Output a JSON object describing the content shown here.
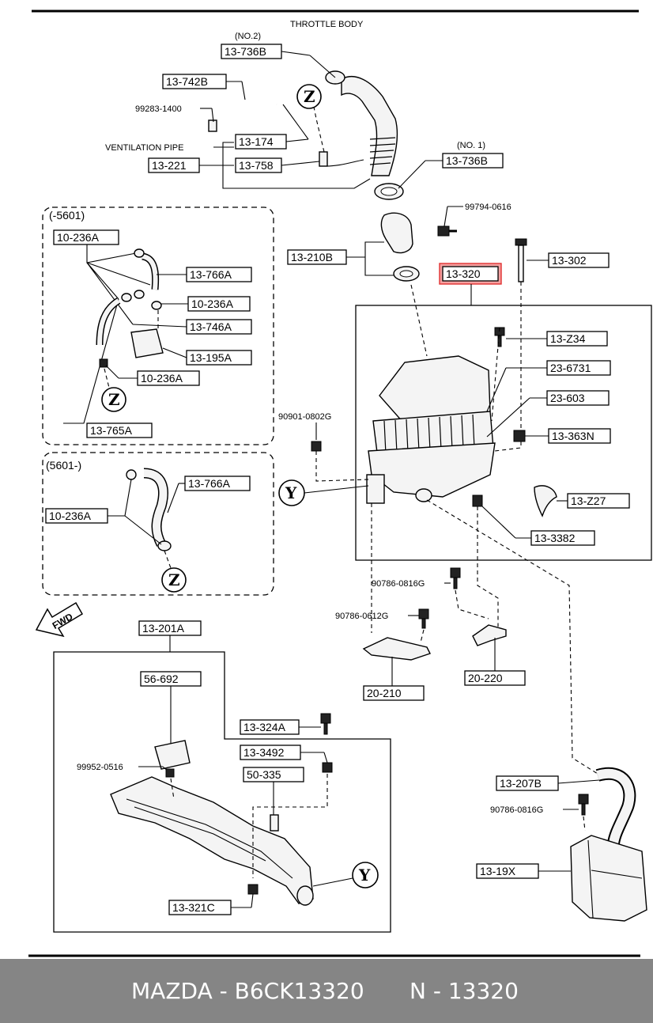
{
  "labels": {
    "throttle_body": "THROTTLE BODY",
    "no2": "(NO.2)",
    "p13_736B_top": "13-736B",
    "p13_742B": "13-742B",
    "p99283": "99283-1400",
    "ventilation_pipe": "VENTILATION PIPE",
    "p13_174": "13-174",
    "p13_221": "13-221",
    "p13_758": "13-758",
    "no1": "(NO. 1)",
    "p13_736B_mid": "13-736B",
    "p99794": "99794-0616",
    "p13_210B": "13-210B",
    "p13_320": "13-320",
    "p13_302": "13-302",
    "p13_Z34": "13-Z34",
    "p23_6731": "23-6731",
    "p23_603": "23-603",
    "p90901": "90901-0802G",
    "p13_363N": "13-363N",
    "p13_Z27": "13-Z27",
    "p13_3382": "13-3382",
    "g1_range": "(-5601)",
    "g1_10_236A_a": "10-236A",
    "g1_13_766A": "13-766A",
    "g1_10_236A_b": "10-236A",
    "g1_13_746A": "13-746A",
    "g1_13_195A": "13-195A",
    "g1_10_236A_c": "10-236A",
    "g1_13_765A": "13-765A",
    "g2_range": "(5601-)",
    "g2_13_766A": "13-766A",
    "g2_10_236A": "10-236A",
    "fwd": "FWD",
    "p90786_a": "90786-0816G",
    "p90786_b": "90786-0612G",
    "p20_210": "20-210",
    "p20_220": "20-220",
    "p13_201A": "13-201A",
    "p56_692": "56-692",
    "p13_324A": "13-324A",
    "p13_3492": "13-3492",
    "p99952": "99952-0516",
    "p50_335": "50-335",
    "p13_321C": "13-321C",
    "p13_207B": "13-207B",
    "p90786_c": "90786-0816G",
    "p13_19X": "13-19X",
    "ref_z": "Z",
    "ref_y": "Y"
  },
  "colors": {
    "highlight_fill": "#f4a0a0",
    "highlight_stroke": "#e03030",
    "footer_bg": "#858585",
    "footer_text": "#ffffff"
  },
  "footer": {
    "brand_part": "MAZDA - B6CK13320",
    "code": "N - 13320"
  }
}
